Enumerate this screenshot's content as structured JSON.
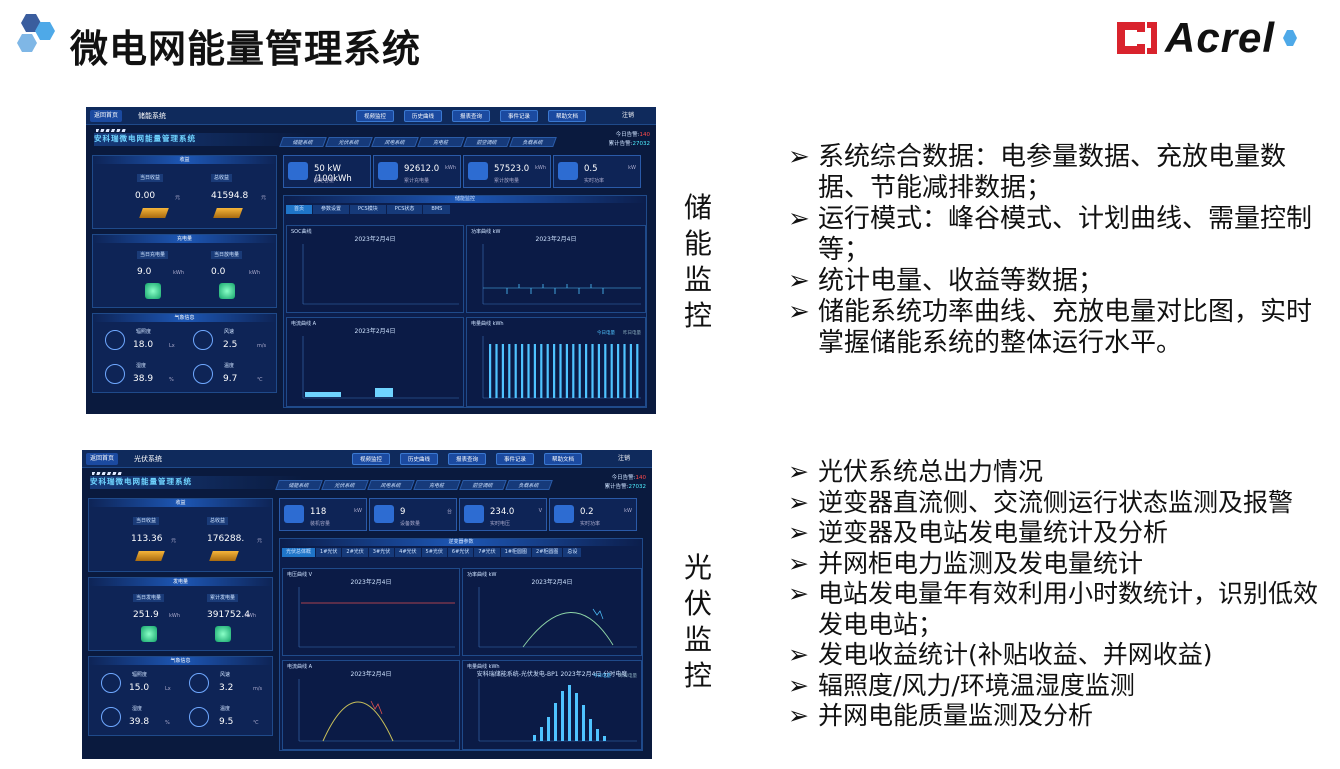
{
  "slide": {
    "title": "微电网能量管理系统",
    "logo_text": "Acrel"
  },
  "sections": [
    {
      "label": "储能监控",
      "bullets": [
        "系统综合数据：电参量数据、充放电量数据、节能减排数据；",
        "运行模式：峰谷模式、计划曲线、需量控制等；",
        "统计电量、收益等数据；",
        "储能系统功率曲线、充放电量对比图，实时掌握储能系统的整体运行水平。"
      ]
    },
    {
      "label": "光伏监控",
      "bullets": [
        "光伏系统总出力情况",
        "逆变器直流侧、交流侧运行状态监测及报警",
        "逆变器及电站发电量统计及分析",
        "并网柜电力监测及发电量统计",
        "电站发电量年有效利用小时数统计，识别低效发电电站；",
        "发电收益统计(补贴收益、并网收益)",
        "辐照度/风力/环境温湿度监测",
        "并网电能质量监测及分析"
      ]
    }
  ],
  "d1": {
    "back": "返回首页",
    "title": "储能系统",
    "buttons": [
      "视频监控",
      "历史曲线",
      "报表查询",
      "事件记录",
      "帮助文档"
    ],
    "user": "注销",
    "banner": "安科瑞微电网能量管理系统",
    "tabs": [
      "储能系统",
      "光伏系统",
      "风电系统",
      "充电桩",
      "前空调统",
      "负载系统"
    ],
    "stat1": "今日告警:",
    "stat1v": "140",
    "stat2": "累计告警:",
    "stat2v": "27032",
    "panel1": {
      "head": "收益",
      "l1": "当日收益",
      "l2": "总收益",
      "v1": "0.00",
      "u1": "元",
      "v2": "41594.8",
      "u2": "元"
    },
    "panel2": {
      "head": "充电量",
      "l1": "当日充电量",
      "l2": "当日放电量",
      "v1": "9.0",
      "u1": "kWh",
      "v2": "0.0",
      "u2": "kWh"
    },
    "panel3": {
      "head": "气象信息",
      "l1": "辐照度",
      "l2": "风速",
      "l3": "湿度",
      "l4": "温度",
      "v1": "18.0",
      "u1": "Lx",
      "v2": "2.5",
      "u2": "m/s",
      "v3": "38.9",
      "u3": "%",
      "v4": "9.7",
      "u4": "℃"
    },
    "cards": [
      {
        "v": "50 kW /100kWh",
        "l": "额定容量"
      },
      {
        "v": "92612.0",
        "u": "kWh",
        "l": "累计充电量"
      },
      {
        "v": "57523.0",
        "u": "kWh",
        "l": "累计放电量"
      },
      {
        "v": "0.5",
        "u": "kW",
        "l": "实时功率"
      }
    ],
    "sec_head": "储能监控",
    "subtabs": [
      "首页",
      "参数设置",
      "PCS模块",
      "PCS状态",
      "BMS"
    ],
    "charts": [
      {
        "t": "SOC曲线",
        "d": "2023年2月4日"
      },
      {
        "t": "功率曲线  kW",
        "d": "2023年2月4日"
      },
      {
        "t": "电流曲线  A",
        "d": "2023年2月4日"
      },
      {
        "t": "电量曲线  kWh",
        "d": "",
        "legend": [
          "今日电量",
          "昨日电量"
        ]
      }
    ]
  },
  "d2": {
    "back": "返回首页",
    "title": "光伏系统",
    "buttons": [
      "视频监控",
      "历史曲线",
      "报表查询",
      "事件记录",
      "帮助文档"
    ],
    "user": "注销",
    "banner": "安科瑞微电网能量管理系统",
    "tabs": [
      "储能系统",
      "光伏系统",
      "风电系统",
      "充电桩",
      "前空调统",
      "负载系统"
    ],
    "stat1": "今日告警:",
    "stat1v": "140",
    "stat2": "累计告警:",
    "stat2v": "27032",
    "panel1": {
      "head": "收益",
      "l1": "当日收益",
      "l2": "总收益",
      "v1": "113.36",
      "u1": "元",
      "v2": "176288.",
      "u2": "元"
    },
    "panel2": {
      "head": "发电量",
      "l1": "当日发电量",
      "l2": "累计发电量",
      "v1": "251.9",
      "u1": "kWh",
      "v2": "391752.4",
      "u2": "kWh"
    },
    "panel3": {
      "head": "气象信息",
      "l1": "辐照度",
      "l2": "风速",
      "l3": "湿度",
      "l4": "温度",
      "v1": "15.0",
      "u1": "Lx",
      "v2": "3.2",
      "u2": "m/s",
      "v3": "39.8",
      "u3": "%",
      "v4": "9.5",
      "u4": "℃"
    },
    "cards": [
      {
        "v": "118",
        "u": "kW",
        "l": "装机容量"
      },
      {
        "v": "9",
        "u": "台",
        "l": "设备数量"
      },
      {
        "v": "234.0",
        "u": "V",
        "l": "实时电压"
      },
      {
        "v": "0.2",
        "u": "kW",
        "l": "实时功率"
      }
    ],
    "sec_head": "逆变器参数",
    "subtabs": [
      "光伏总体概",
      "1#光伏",
      "2#光伏",
      "3#光伏",
      "4#光伏",
      "5#光伏",
      "6#光伏",
      "7#光伏",
      "1#柜圆图",
      "2#柜圆图",
      "总设"
    ],
    "charts": [
      {
        "t": "电压曲线  V",
        "d": "2023年2月4日"
      },
      {
        "t": "功率曲线  kW",
        "d": "2023年2月4日"
      },
      {
        "t": "电流曲线  A",
        "d": "2023年2月4日"
      },
      {
        "t": "电量曲线  kWh",
        "d": "安科瑞储能系统-光伏发电-BP1  2023年2月4日  分时电度",
        "legend": [
          "今日电量",
          "昨日电量"
        ]
      }
    ]
  }
}
